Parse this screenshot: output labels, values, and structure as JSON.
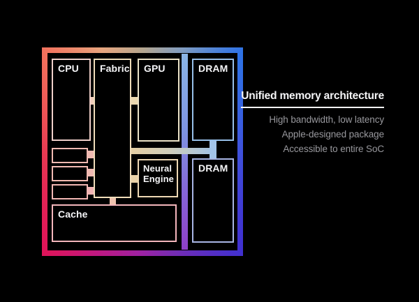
{
  "slide": {
    "background_color": "#000000",
    "panel": {
      "title": "Unified memory architecture",
      "title_color": "#f5f5f7",
      "underline_color": "#f5f5f7",
      "bullet_color": "#98989d",
      "bullets": [
        "High bandwidth, low latency",
        "Apple-designed package",
        "Accessible to entire SoC"
      ]
    },
    "diagram": {
      "frame_gradient": {
        "top_left": "#f2705c",
        "top_right": "#2e72e6",
        "bottom_right": "#4030d0",
        "bottom_left": "#e01458",
        "top_middle": "#b5a68f",
        "bottom_middle": "#9c22a4"
      },
      "divider_gradient": [
        "#8ab5e6",
        "#8f3fc8"
      ],
      "blocks": {
        "cpu": {
          "label": "CPU",
          "border_color": "#f0d0ca"
        },
        "fabric": {
          "label": "Fabric",
          "border_color": "#f0ddba"
        },
        "gpu": {
          "label": "GPU",
          "border_color": "#ece3c8"
        },
        "dram_top": {
          "label": "DRAM",
          "border_color": "#98c0ea"
        },
        "neural_engine": {
          "label": "Neural Engine",
          "border_color": "#eed8b4"
        },
        "cache": {
          "label": "Cache",
          "border_color": "#f4b6bc"
        },
        "dram_bottom": {
          "label": "DRAM",
          "border_color": "#a9b6e6"
        },
        "aux_block_1": {
          "label": "",
          "border_color": "#f2bab2"
        },
        "aux_block_2": {
          "label": "",
          "border_color": "#f2bab2"
        },
        "aux_block_3": {
          "label": "",
          "border_color": "#f2b7b4"
        }
      },
      "bus_gradient": [
        "#e5cfa4",
        "#9fc2e8"
      ],
      "label_color": "#f5f5f7"
    }
  }
}
